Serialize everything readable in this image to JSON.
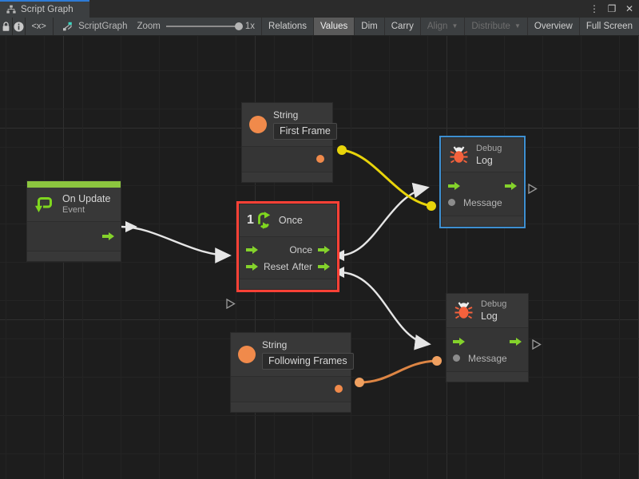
{
  "window": {
    "tab_label": "Script Graph",
    "tab_icon": "script-graph-icon",
    "controls": [
      {
        "name": "more-options",
        "glyph": "⋮"
      },
      {
        "name": "maximize",
        "glyph": "❐"
      },
      {
        "name": "close",
        "glyph": "✕"
      }
    ]
  },
  "toolbar": {
    "lock_icon": "lock-icon",
    "info_icon": "info-icon",
    "code_icon": "<x>",
    "breadcrumb_label": "ScriptGraph",
    "breadcrumb_icon": "graph-node-icon",
    "zoom_label": "Zoom",
    "zoom_value": "1x",
    "buttons": [
      {
        "label": "Relations",
        "state": "normal"
      },
      {
        "label": "Values",
        "state": "active"
      },
      {
        "label": "Dim",
        "state": "normal"
      },
      {
        "label": "Carry",
        "state": "normal"
      },
      {
        "label": "Align",
        "state": "disabled",
        "caret": true
      },
      {
        "label": "Distribute",
        "state": "disabled",
        "caret": true
      },
      {
        "label": "Overview",
        "state": "normal"
      },
      {
        "label": "Full Screen",
        "state": "normal"
      }
    ]
  },
  "nodes": {
    "on_update": {
      "title": "On Update",
      "subtitle": "Event",
      "accent_color": "#8cc63f",
      "icon": "event-loop-icon",
      "ports": {
        "out_flow": ""
      }
    },
    "string_first": {
      "title": "String",
      "value": "First Frame",
      "port_color": "#f08a4b",
      "icon": "string-value-icon"
    },
    "string_following": {
      "title": "String",
      "value": "Following Frames",
      "port_color": "#f08a4b",
      "icon": "string-value-icon"
    },
    "once": {
      "title": "Once",
      "icon": "once-loop-icon",
      "badge": "1",
      "selected": true,
      "selection_color": "#ff4136",
      "in_flow": "",
      "in_reset": "Reset",
      "out_once": "Once",
      "out_after": "After"
    },
    "debug_log_top": {
      "title": "Debug",
      "subtitle": "Log",
      "icon": "bug-icon",
      "icon_color": "#f4613c",
      "selected": true,
      "selection_color": "#3d8fd1",
      "message_label": "Message"
    },
    "debug_log_bottom": {
      "title": "Debug",
      "subtitle": "Log",
      "icon": "bug-icon",
      "icon_color": "#f4613c",
      "selected": false,
      "message_label": "Message"
    }
  },
  "edges": {
    "flow_color": "#e6e6e6",
    "first_frame_color": "#e8d40a",
    "following_frames_color": "#dd8544"
  }
}
